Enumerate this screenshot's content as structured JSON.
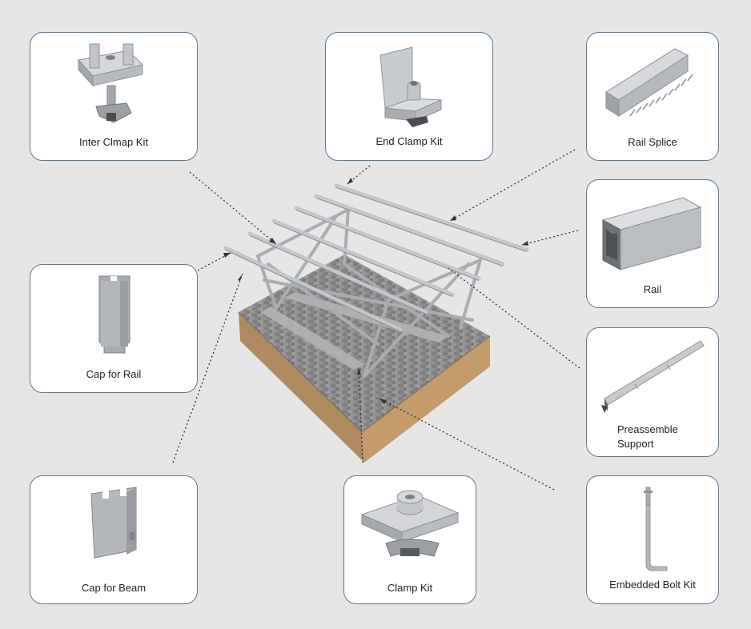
{
  "colors": {
    "card_border": "#5b7a95",
    "background": "#e6e6e7",
    "leader_line": "#333333",
    "metal": "#b9bcc0",
    "soil": "#b08a5e",
    "pavement": "#8a8a8a"
  },
  "parts": [
    {
      "id": "inter-clamp-kit",
      "label": "Inter Clmap Kit",
      "icon": "inter-clamp-icon"
    },
    {
      "id": "end-clamp-kit",
      "label": "End Clamp Kit",
      "icon": "end-clamp-icon"
    },
    {
      "id": "rail-splice",
      "label": "Rail Splice",
      "icon": "rail-splice-icon"
    },
    {
      "id": "rail",
      "label": "Rail",
      "icon": "rail-icon"
    },
    {
      "id": "cap-for-rail",
      "label": "Cap for Rail",
      "icon": "rail-cap-icon"
    },
    {
      "id": "preassemble-support",
      "label_line1": "Preassemble",
      "label_line2": "Support",
      "icon": "support-beam-icon"
    },
    {
      "id": "cap-for-beam",
      "label": "Cap for Beam",
      "icon": "beam-cap-icon"
    },
    {
      "id": "clamp-kit",
      "label": "Clamp Kit",
      "icon": "clamp-icon"
    },
    {
      "id": "embedded-bolt-kit",
      "label": "Embedded Bolt Kit",
      "icon": "embedded-bolt-icon"
    }
  ]
}
